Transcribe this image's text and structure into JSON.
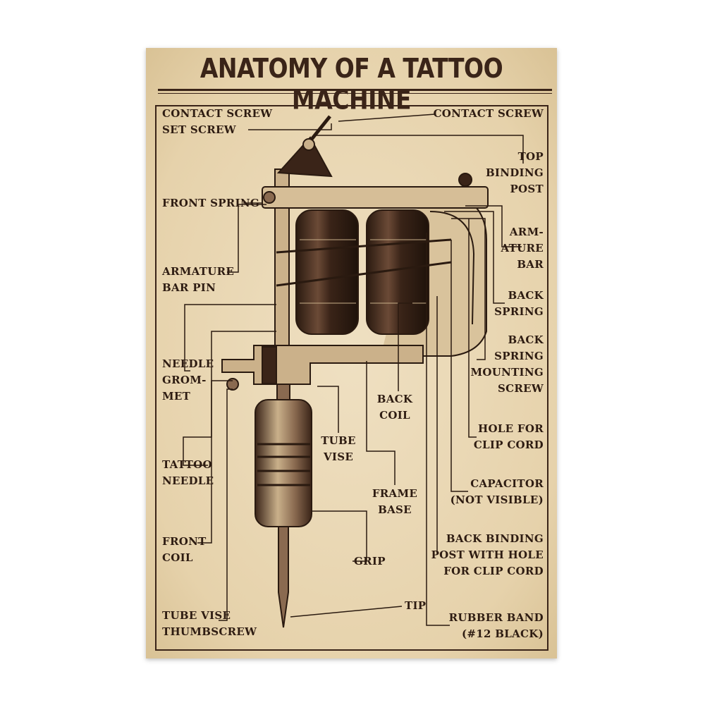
{
  "title": "ANATOMY OF A TATTOO MACHINE",
  "labels": {
    "contact_screw_set_screw": "CONTACT SCREW\nSET SCREW",
    "front_spring": "FRONT SPRING",
    "armature_bar_pin": "ARMATURE\nBAR PIN",
    "needle_grommet": "NEEDLE\nGROM-\nMET",
    "tattoo_needle": "TATTOO\nNEEDLE",
    "front_coil": "FRONT\nCOIL",
    "tube_vise_thumbscrew": "TUBE VISE\nTHUMBSCREW",
    "contact_screw": "CONTACT SCREW",
    "top_binding_post": "TOP\nBINDING\nPOST",
    "armature_bar": "ARM-\nATURE\nBAR",
    "back_spring": "BACK\nSPRING",
    "back_spring_mounting_screw": "BACK\nSPRING\nMOUNTING\nSCREW",
    "hole_for_clip_cord": "HOLE FOR\nCLIP CORD",
    "capacitor": "CAPACITOR\n(NOT VISIBLE)",
    "back_binding_post": "BACK BINDING\nPOST WITH HOLE\nFOR CLIP CORD",
    "rubber_band": "RUBBER BAND\n(#12 BLACK)",
    "back_coil": "BACK\nCOIL",
    "tube_vise": "TUBE\nVISE",
    "frame_base": "FRAME\nBASE",
    "grip": "GRIP",
    "tip": "TIP"
  },
  "colors": {
    "ink": "#3a2418",
    "paper": "#ebd9b6"
  }
}
